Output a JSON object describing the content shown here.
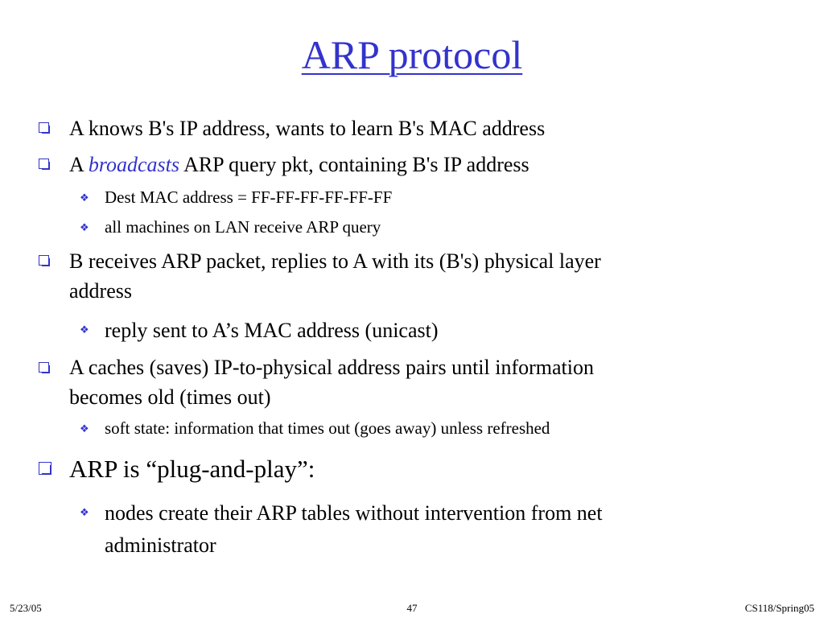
{
  "slide": {
    "title": "ARP protocol",
    "bullets": {
      "b1": "A knows B's IP address, wants to learn B's MAC address",
      "b2_pre": "A ",
      "b2_em": "broadcasts",
      "b2_post": " ARP query pkt, containing B's IP address",
      "b2_s1": "Dest MAC address = FF-FF-FF-FF-FF-FF",
      "b2_s2": "all machines on LAN receive ARP query",
      "b3_line1": "B receives ARP packet, replies to A with its (B's) physical layer",
      "b3_line2": "address",
      "b3_s1": "reply sent to A’s MAC address (unicast)",
      "b4_line1": "A caches (saves) IP-to-physical address pairs until information",
      "b4_line2": "becomes old (times out)",
      "b4_s1": "soft state: information that times out (goes away) unless refreshed",
      "b5": "ARP is “plug-and-play”:",
      "b5_s1_line1": "nodes create their ARP tables without intervention from net",
      "b5_s1_line2": "administrator"
    },
    "bullet_glyph": "❖",
    "footer": {
      "date": "5/23/05",
      "page": "47",
      "course": "CS118/Spring05"
    },
    "colors": {
      "accent": "#3333cc",
      "text": "#000000",
      "background": "#ffffff"
    }
  }
}
